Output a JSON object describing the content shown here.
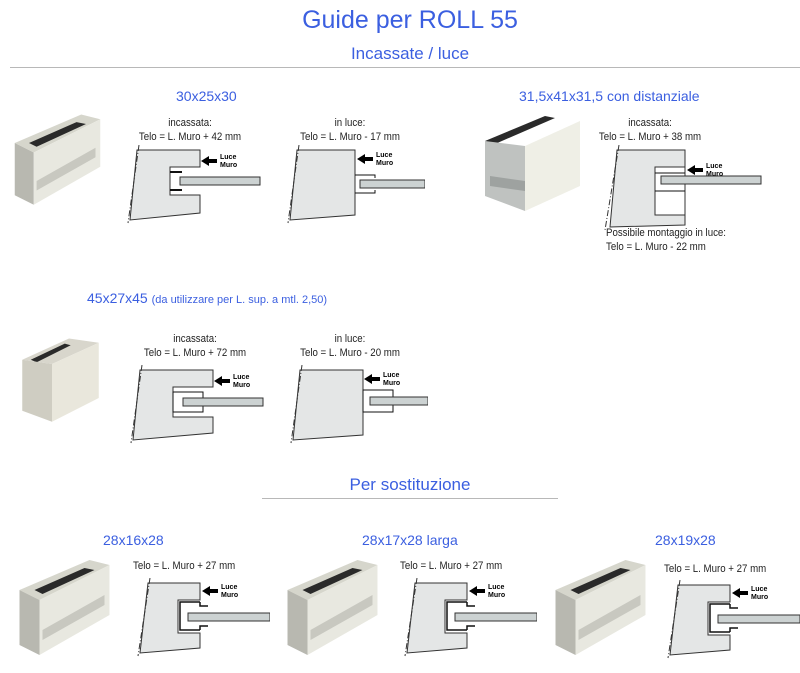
{
  "title": "Guide per ROLL 55",
  "section1": "Incassate / luce",
  "section2": "Per sostituzione",
  "arrow": {
    "luce": "Luce",
    "muro": "Muro"
  },
  "g1": {
    "size": "30x25x30",
    "a_label": "incassata:",
    "a_formula": "Telo = L. Muro + 42 mm",
    "b_label": "in luce:",
    "b_formula": "Telo = L. Muro - 17 mm"
  },
  "g2": {
    "size": "31,5x41x31,5 con distanziale",
    "a_label": "incassata:",
    "a_formula": "Telo = L. Muro + 38 mm",
    "note": "Possibile montaggio in luce:",
    "note_formula": "Telo = L. Muro - 22 mm"
  },
  "g3": {
    "size": "45x27x45",
    "size_note": "(da utilizzare per L. sup. a mtl. 2,50)",
    "a_label": "incassata:",
    "a_formula": "Telo = L. Muro + 72 mm",
    "b_label": "in luce:",
    "b_formula": "Telo = L. Muro - 20 mm"
  },
  "g4": {
    "size": "28x16x28",
    "formula": "Telo = L. Muro + 27 mm"
  },
  "g5": {
    "size": "28x17x28 larga",
    "formula": "Telo = L. Muro + 27 mm"
  },
  "g6": {
    "size": "28x19x28",
    "formula": "Telo = L. Muro + 27 mm"
  },
  "colors": {
    "accent": "#3b5fe0",
    "wall": "#e4e6e6"
  }
}
